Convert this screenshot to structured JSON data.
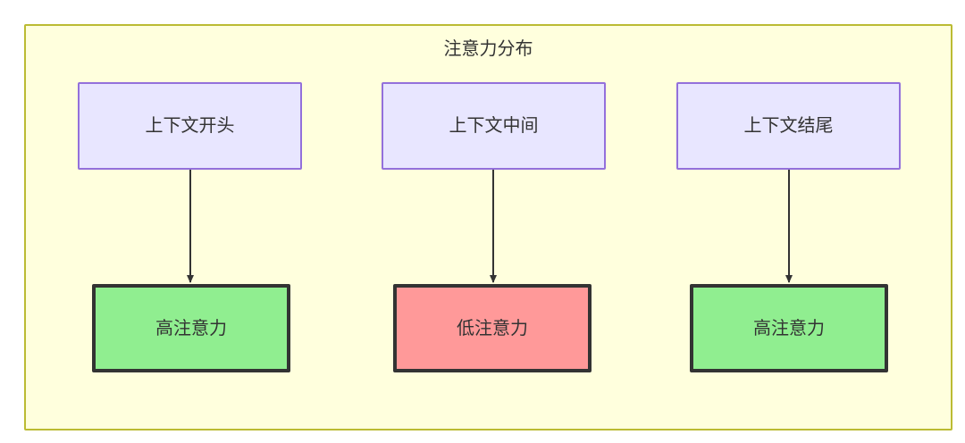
{
  "diagram": {
    "type": "flowchart",
    "title": "注意力分布",
    "container": {
      "fill": "#ffffdd",
      "stroke": "#bbbb33"
    },
    "nodes": {
      "context": [
        {
          "id": "ctx-start",
          "label": "上下文开头",
          "fill": "#e8e6ff",
          "stroke": "#9370db"
        },
        {
          "id": "ctx-mid",
          "label": "上下文中间",
          "fill": "#e8e6ff",
          "stroke": "#9370db"
        },
        {
          "id": "ctx-end",
          "label": "上下文结尾",
          "fill": "#e8e6ff",
          "stroke": "#9370db"
        }
      ],
      "attention": [
        {
          "id": "attn-1",
          "label": "高注意力",
          "fill": "#90ee90",
          "stroke": "#333333",
          "level": "high"
        },
        {
          "id": "attn-2",
          "label": "低注意力",
          "fill": "#ff9999",
          "stroke": "#333333",
          "level": "low"
        },
        {
          "id": "attn-3",
          "label": "高注意力",
          "fill": "#90ee90",
          "stroke": "#333333",
          "level": "high"
        }
      ]
    },
    "edges": [
      {
        "from": "ctx-start",
        "to": "attn-1",
        "style": "solid-arrow",
        "color": "#333333"
      },
      {
        "from": "ctx-mid",
        "to": "attn-2",
        "style": "solid-arrow",
        "color": "#333333"
      },
      {
        "from": "ctx-end",
        "to": "attn-3",
        "style": "solid-arrow",
        "color": "#333333"
      }
    ],
    "text_color": "#333333"
  }
}
